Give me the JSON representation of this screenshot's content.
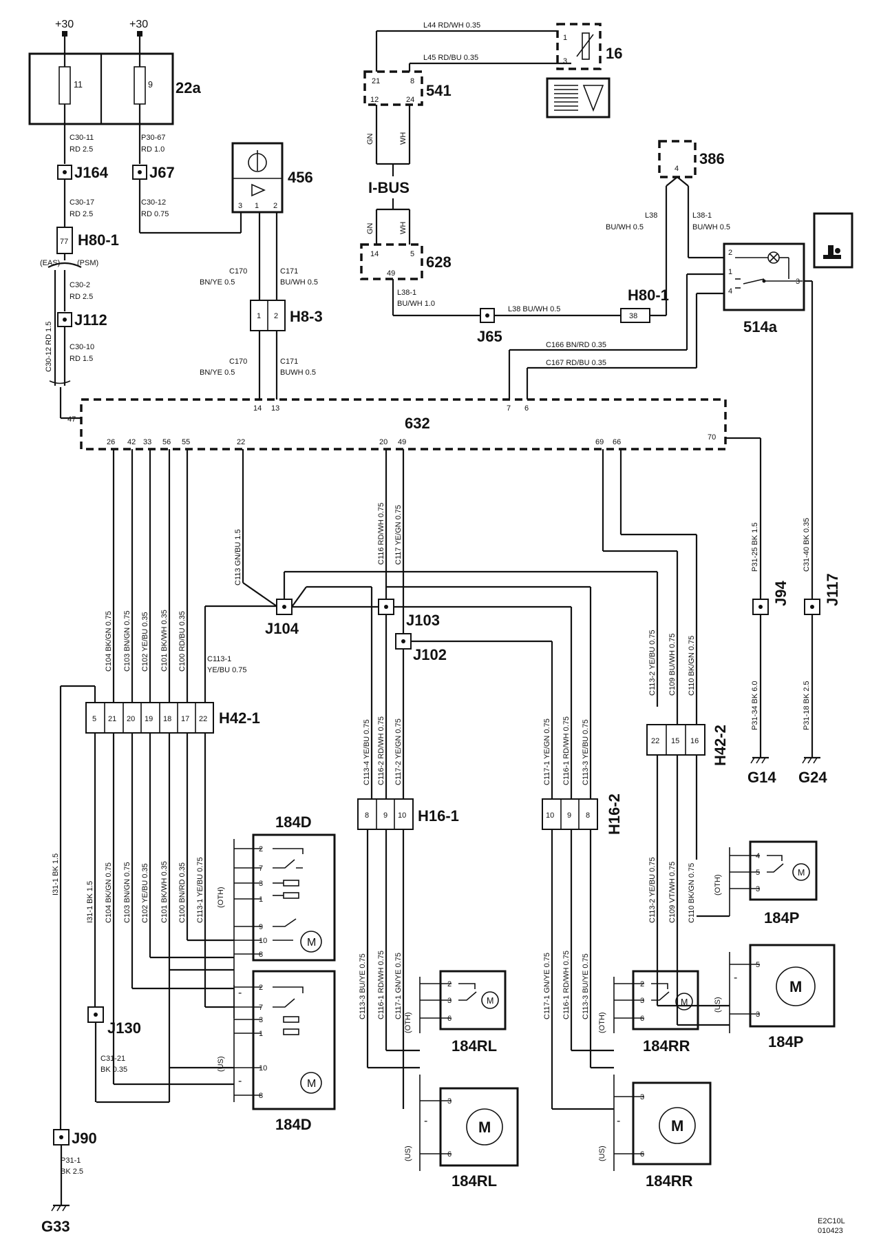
{
  "power": {
    "plus30_a": "+30",
    "plus30_b": "+30"
  },
  "fusebox": {
    "name": "22a",
    "fuse_a": "11",
    "fuse_b": "9"
  },
  "left_wires": {
    "c30_11": "C30-11",
    "c30_11_spec": "RD  2.5",
    "p30_67": "P30-67",
    "p30_67_spec": "RD  1.0",
    "c30_17": "C30-17",
    "c30_17_spec": "RD  2.5",
    "c30_12a": "C30-12",
    "c30_12a_spec": "RD  0.75",
    "c30_2": "C30-2",
    "c30_2_spec": "RD  2.5",
    "c30_10": "C30-10",
    "c30_10_spec": "RD   1.5",
    "c30_12_vert": "C30-12   RD   1.5"
  },
  "splices": {
    "j164": "J164",
    "j67": "J67",
    "j112": "J112",
    "j65": "J65",
    "j104": "J104",
    "j103": "J103",
    "j102": "J102",
    "j94": "J94",
    "j117": "J117",
    "j130": "J130",
    "j90": "J90"
  },
  "connectors": {
    "h80_1_left": "H80-1",
    "h80_1_left_pin": "77",
    "eas": "(EAS)",
    "psm": "(PSM)",
    "h80_1_right": "H80-1",
    "h80_1_right_pin": "38",
    "h8_3": "H8-3",
    "h8_3_pin1": "1",
    "h8_3_pin2": "2",
    "h42_1": "H42-1",
    "h42_1_pins": [
      "5",
      "21",
      "20",
      "19",
      "18",
      "17",
      "22"
    ],
    "h42_2": "H42-2",
    "h42_2_pins": [
      "22",
      "15",
      "16"
    ],
    "h16_1": "H16-1",
    "h16_1_pins": [
      "8",
      "9",
      "10"
    ],
    "h16_2": "H16-2",
    "h16_2_pins": [
      "10",
      "9",
      "8"
    ]
  },
  "components": {
    "c456": "456",
    "c456_pins": [
      "3",
      "1",
      "2"
    ],
    "c541": "541",
    "c541_pins": [
      "21",
      "8",
      "12",
      "24"
    ],
    "c628": "628",
    "c628_pins": [
      "14",
      "5",
      "49"
    ],
    "c16": "16",
    "c16_pins": [
      "1",
      "3"
    ],
    "c386": "386",
    "c386_pin": "4",
    "c514a": "514a",
    "c514a_pins": [
      "2",
      "1",
      "4",
      "3"
    ],
    "c632": "632",
    "c632_pins": [
      "47",
      "26",
      "42",
      "33",
      "56",
      "55",
      "22",
      "14",
      "13",
      "20",
      "49",
      "7",
      "6",
      "69",
      "66",
      "70"
    ],
    "ibus": "I-BUS",
    "gn": "GN",
    "wh": "WH"
  },
  "upper_wires": {
    "l44": "L44  RD/WH  0.35",
    "l45": "L45  RD/BU  0.35",
    "c170a": "C170",
    "c170a_spec": "BN/YE  0.5",
    "c171a": "C171",
    "c171a_spec": "BU/WH  0.5",
    "c170b": "C170",
    "c170b_spec": "BN/YE  0.5",
    "c171b": "C171",
    "c171b_spec": "BUWH   0.5",
    "l38_up": "L38",
    "l38_up_spec": "BU/WH  0.5",
    "l38_1_up": "L38-1",
    "l38_1_up_spec": "BU/WH  0.5",
    "l38_1_low": "L38-1",
    "l38_1_low_spec": "BU/WH  1.0",
    "l38_h": "L38    BU/WH  0.5",
    "c166": "C166  BN/RD   0.35",
    "c167": "C167  RD/BU   0.35"
  },
  "mid_wires": {
    "c104": "C104  BK/GN  0.75",
    "c103": "C103  BN/GN  0.75",
    "c102": "C102  YE/BU  0.35",
    "c101": "C101  BK/WH  0.35",
    "c100": "C100  RD/BU  0.35",
    "c113": "C113   GN/BU   1.5",
    "c116": "C116   RD/WH  0.75",
    "c117": "C117   YE/GN  0.75",
    "c113_1": "C113-1",
    "c113_1_spec": "YE/BU  0.75",
    "p31_25": "P31-25  BK  1.5",
    "c31_40": "C31-40  BK  0.35",
    "c113_2": "C113-2  YE/BU  0.75",
    "c109": "C109  BU/WH  0.75",
    "c110": "C110  BK/GN  0.75",
    "p31_34": "P31-34  BK   6.0",
    "p31_18": "P31-18  BK   2.5",
    "c113_4": "C113-4  YE/BU  0.75",
    "c116_2": "C116-2  RD/WH  0.75",
    "c117_2": "C117-2  YE/GN  0.75",
    "c117_1": "C117-1 YE/GN  0.75",
    "c116_1": "C116-1 RD/WH  0.75",
    "c113_3": "C113-3  YE/BU  0.75"
  },
  "grounds": {
    "g14": "G14",
    "g24": "G24",
    "g33": "G33"
  },
  "lower_wires": {
    "i31_1": "I31-1  BK   1.5",
    "i31_1b": "I31-1  BK   1.5",
    "c104": "C104  BK/GN  0.75",
    "c103": "C103  BN/GN  0.75",
    "c102": "C102  YE/BU  0.35",
    "c101": "C101  BK/WH  0.35",
    "c100": "C100  BN/RD  0.35",
    "c113_1": "C113-1 YE/BU  0.75",
    "c31_21": "C31-21",
    "c31_21_spec": "BK   0.35",
    "p31_1": "P31-1",
    "p31_1_spec": "BK  2.5",
    "rl_c113_3": "C113-3  BU/YE  0.75",
    "rl_c116_1": "C116-1 RD/WH  0.75",
    "rl_c117_1": "C117-1 GN/YE  0.75",
    "rr_c117_1": "C117-1 GN/YE  0.75",
    "rr_c116_1": "C116-1 RD/WH  0.75",
    "rr_c113_3": "C113-3  BU/YE  0.75",
    "p_c113_2": "C113-2  YE/BU  0.75",
    "p_c109": "C109   VT/WH  0.75",
    "p_c110": "C110   BK/GN  0.75"
  },
  "motors": {
    "m184d_top": "184D",
    "m184d_bot": "184D",
    "m184rl_a": "184RL",
    "m184rl_b": "184RL",
    "m184rr_a": "184RR",
    "m184rr_b": "184RR",
    "m184p_a": "184P",
    "m184p_b": "184P",
    "m_symbol": "M",
    "oth": "(OTH)",
    "us": "(US)",
    "minus": "-",
    "d_top_pins": [
      "2",
      "7",
      "3",
      "1",
      "9",
      "10",
      "8"
    ],
    "d_bot_pins": [
      "2",
      "7",
      "3",
      "1",
      "10",
      "8"
    ],
    "small_pins": [
      "2",
      "3",
      "6"
    ],
    "big_pins": [
      "3",
      "6"
    ],
    "p_small_pins": [
      "4",
      "5",
      "3"
    ],
    "p_big_pins": [
      "5",
      "3"
    ]
  },
  "footer": {
    "code1": "E2C10L",
    "code2": "010423"
  }
}
